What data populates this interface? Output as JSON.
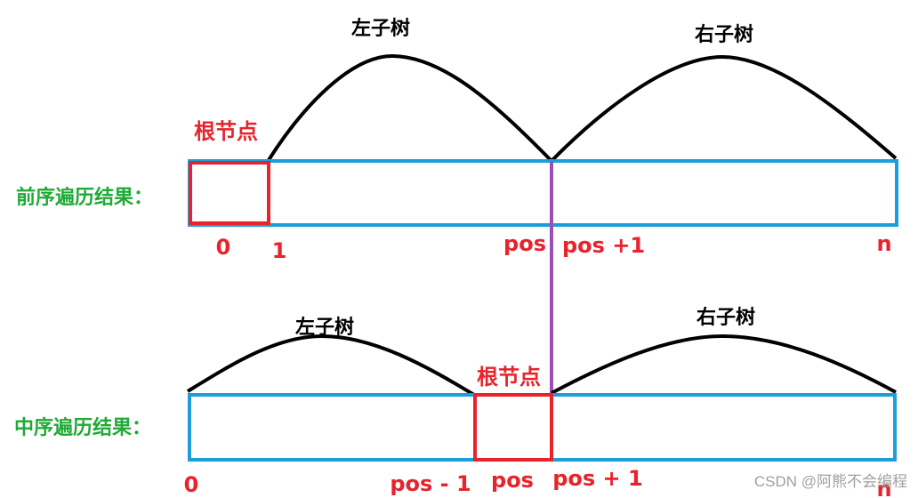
{
  "colors": {
    "bar": "#1a9fdc",
    "root_box": "#e8232b",
    "divider": "#9b4fb5",
    "curve": "#000000",
    "index_label": "#e8232b",
    "row_label": "#1faa35",
    "watermark": "#a0a0a0"
  },
  "preorder": {
    "row_label": "前序遍历结果：",
    "root_label": "根节点",
    "left_subtree_label": "左子树",
    "right_subtree_label": "右子树",
    "index_0": "0",
    "index_1": "1",
    "index_pos": "pos",
    "index_pos_plus_1": "pos +1",
    "index_n": "n"
  },
  "inorder": {
    "row_label": "中序遍历结果：",
    "root_label": "根节点",
    "left_subtree_label": "左子树",
    "right_subtree_label": "右子树",
    "index_0": "0",
    "index_pos_minus_1": "pos - 1",
    "index_pos": "pos",
    "index_pos_plus_1": "pos + 1",
    "index_n": "n"
  },
  "watermark": "CSDN @阿熊不会编程"
}
